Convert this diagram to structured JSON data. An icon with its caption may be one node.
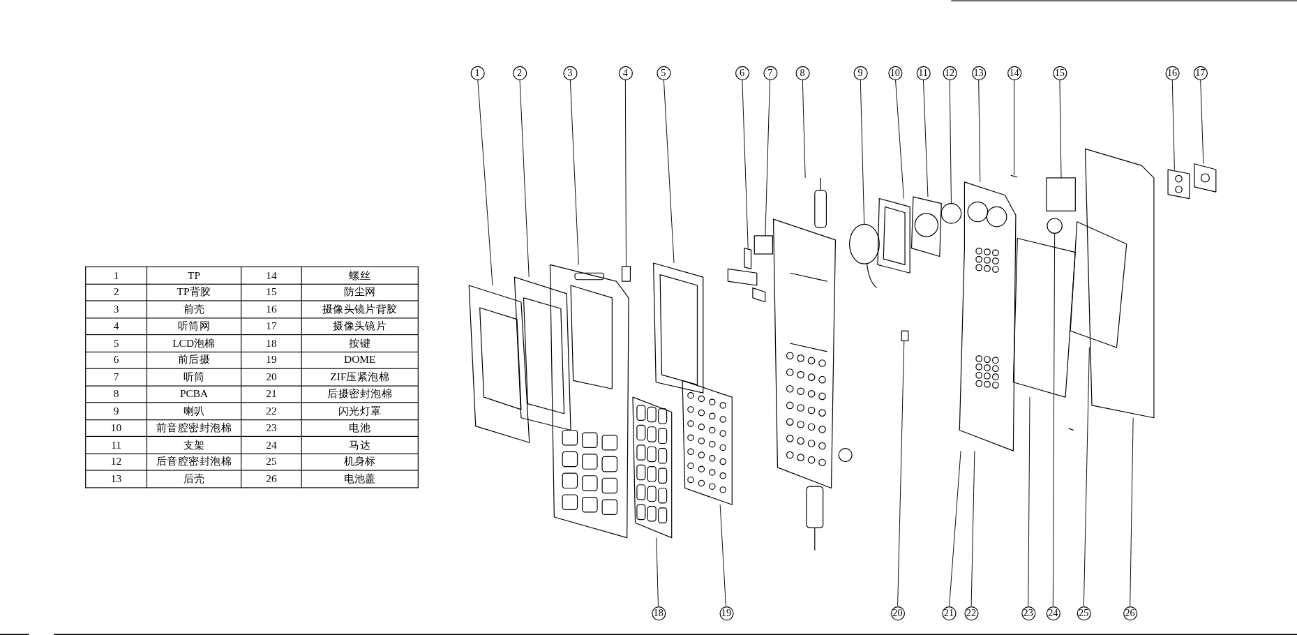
{
  "diagram": {
    "nodes": [
      {
        "text": [
          "1"
        ]
      },
      {
        "text": [
          "2"
        ]
      },
      {
        "text": [
          "3"
        ]
      },
      {
        "text": [
          "4"
        ]
      },
      {
        "text": [
          "5"
        ]
      },
      {
        "text": [
          "6"
        ]
      },
      {
        "text": [
          "7"
        ]
      },
      {
        "text": [
          "8"
        ]
      },
      {
        "text": [
          "9"
        ]
      },
      {
        "text": [
          "10"
        ]
      },
      {
        "text": [
          "11"
        ]
      },
      {
        "text": [
          "12"
        ]
      },
      {
        "text": [
          "13"
        ]
      },
      {
        "text": [
          "14"
        ]
      },
      {
        "text": [
          "15"
        ]
      },
      {
        "text": [
          "16"
        ]
      },
      {
        "text": [
          "17"
        ]
      },
      {
        "text": [
          "18"
        ]
      },
      {
        "text": [
          "19"
        ]
      },
      {
        "text": [
          "20"
        ]
      },
      {
        "text": [
          "21"
        ]
      },
      {
        "text": [
          "22"
        ]
      },
      {
        "text": [
          "23"
        ]
      },
      {
        "text": [
          "24"
        ]
      },
      {
        "text": [
          "25"
        ]
      },
      {
        "text": [
          "26"
        ]
      },
      {
        "text": [],
        "shape": "picture"
      },
      {
        "text": [],
        "shape": "picture"
      },
      {
        "text": [],
        "shape": "picture"
      },
      {
        "text": [],
        "shape": "box"
      },
      {
        "text": [],
        "shape": "picture"
      },
      {
        "text": [],
        "shape": "picture"
      },
      {
        "text": [],
        "shape": "picture"
      },
      {
        "text": [],
        "shape": "picture"
      },
      {
        "text": [],
        "shape": "box"
      },
      {
        "text": [],
        "shape": "picture"
      },
      {
        "text": [],
        "shape": "circle"
      },
      {
        "text": [],
        "shape": "picture"
      },
      {
        "text": [],
        "shape": "box"
      },
      {
        "text": [],
        "shape": "picture"
      },
      {
        "text": [],
        "shape": "circle"
      },
      {
        "text": [],
        "shape": "picture"
      },
      {
        "text": [],
        "shape": "picture"
      },
      {
        "text": [],
        "shape": "picture"
      },
      {
        "text": [],
        "shape": "box"
      },
      {
        "text": [],
        "shape": "circle"
      },
      {
        "text": [],
        "shape": "picture"
      },
      {
        "text": [],
        "shape": "picture"
      },
      {
        "text": [],
        "shape": "picture"
      },
      {
        "text": [],
        "shape": "picture"
      },
      {
        "text": [],
        "shape": "picture"
      }
    ],
    "edges": [
      {
        "from": 0,
        "to": 26,
        "arrow": "none"
      },
      {
        "from": 1,
        "to": 27,
        "arrow": "none"
      },
      {
        "from": 2,
        "to": 28,
        "arrow": "none"
      },
      {
        "from": 3,
        "to": 29,
        "arrow": "none"
      },
      {
        "from": 4,
        "to": 31,
        "arrow": "none"
      },
      {
        "from": 5,
        "to": 33,
        "arrow": "none"
      },
      {
        "from": 6,
        "to": 34,
        "arrow": "none"
      },
      {
        "from": 7,
        "to": 35,
        "arrow": "none"
      },
      {
        "from": 8,
        "to": 36,
        "arrow": "none"
      },
      {
        "from": 9,
        "to": 37,
        "arrow": "none"
      },
      {
        "from": 10,
        "to": 39,
        "arrow": "none"
      },
      {
        "from": 11,
        "to": 40,
        "arrow": "none"
      },
      {
        "from": 12,
        "to": 41,
        "arrow": "none"
      },
      {
        "from": 13,
        "to": 42,
        "arrow": "none"
      },
      {
        "from": 14,
        "to": 44,
        "arrow": "none"
      },
      {
        "from": 15,
        "to": 49,
        "arrow": "none"
      },
      {
        "from": 16,
        "to": 50,
        "arrow": "none"
      },
      {
        "from": 17,
        "to": 30,
        "arrow": "none"
      },
      {
        "from": 18,
        "to": 32,
        "arrow": "none"
      },
      {
        "from": 19,
        "to": 38,
        "arrow": "none"
      },
      {
        "from": 20,
        "to": 41,
        "arrow": "none"
      },
      {
        "from": 21,
        "to": 41,
        "arrow": "none"
      },
      {
        "from": 22,
        "to": 43,
        "arrow": "none"
      },
      {
        "from": 23,
        "to": 45,
        "arrow": "none"
      },
      {
        "from": 24,
        "to": 46,
        "arrow": "none"
      },
      {
        "from": 25,
        "to": 48,
        "arrow": "none"
      }
    ],
    "labels": [
      "1",
      "TP",
      "14",
      "螺丝",
      "2",
      "TP背胶",
      "15",
      "防尘网",
      "3",
      "前壳",
      "16",
      "摄像头镜片背胶",
      "4",
      "听筒网",
      "17",
      "摄像头镜片",
      "5",
      "LCD泡棉",
      "18",
      "按键",
      "6",
      "前后摄",
      "19",
      "DOME",
      "7",
      "听筒",
      "20",
      "ZIF压紧泡棉",
      "8",
      "PCBA",
      "21",
      "后摄密封泡棉",
      "9",
      "喇叭",
      "22",
      "闪光灯罩",
      "10",
      "前音腔密封泡棉",
      "23",
      "电池",
      "11",
      "支架",
      "24",
      "马达",
      "12",
      "后音腔密封泡棉",
      "25",
      "机身标",
      "13",
      "后壳",
      "26",
      "电池盖"
    ]
  }
}
